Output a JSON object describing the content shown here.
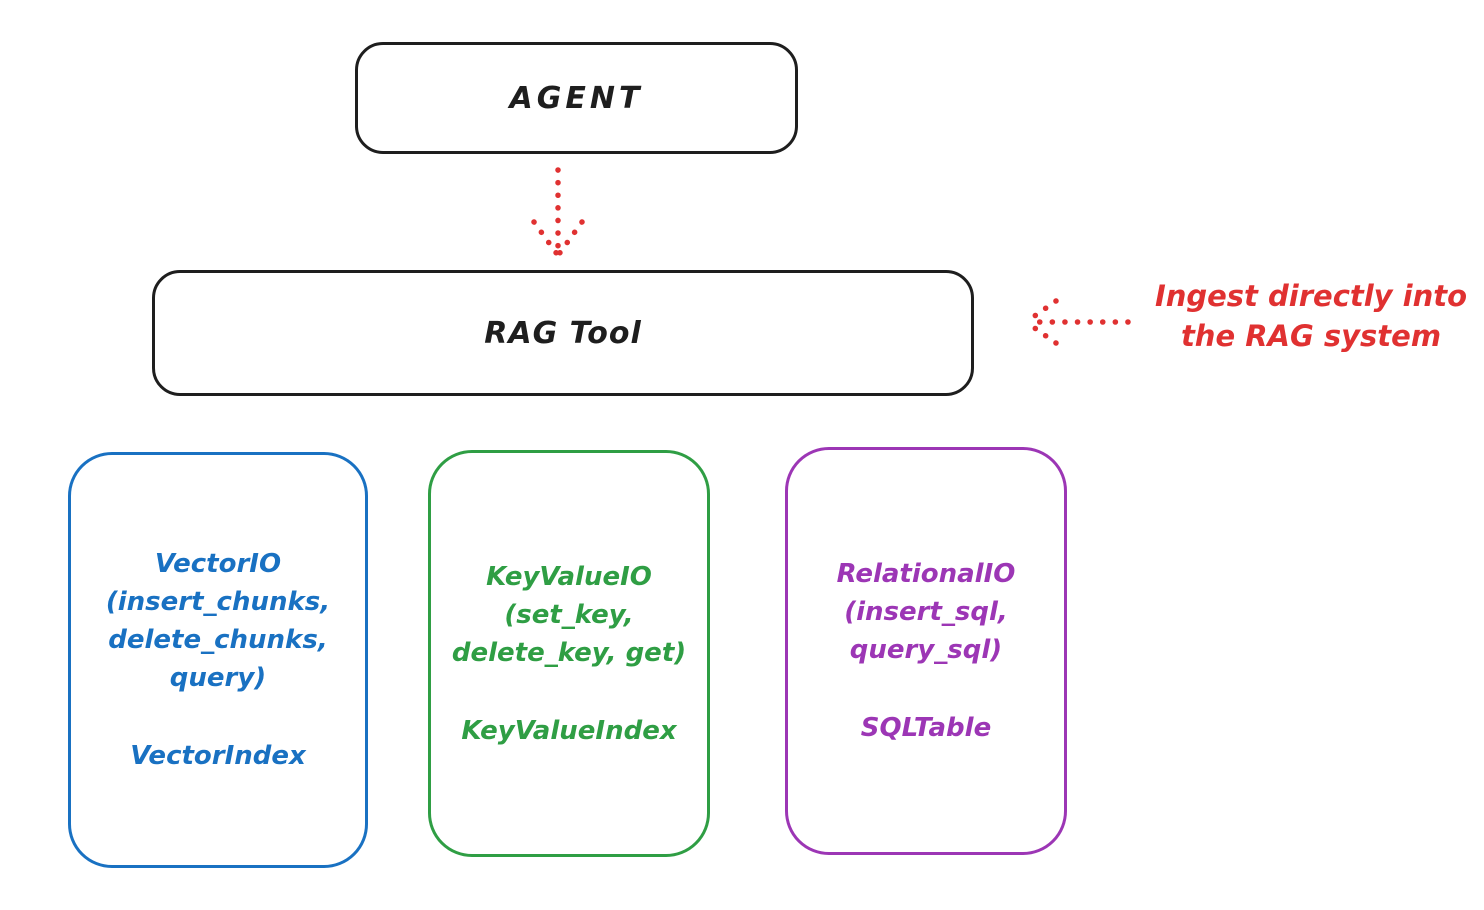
{
  "canvas": {
    "background": "#ffffff"
  },
  "colors": {
    "ink": "#1e1e1e",
    "red": "#e03131",
    "blue": "#1971c2",
    "green": "#2f9e44",
    "purple": "#9c36b5"
  },
  "nodes": {
    "agent": {
      "label": "AGENT"
    },
    "rag_tool": {
      "label": "RAG Tool"
    },
    "vector_io": {
      "lines": [
        "VectorIO",
        "(insert_chunks,",
        "delete_chunks,",
        "query)"
      ],
      "index_label": "VectorIndex",
      "color": "#1971c2"
    },
    "keyvalue_io": {
      "lines": [
        "KeyValueIO",
        "(set_key,",
        "delete_key, get)"
      ],
      "index_label": "KeyValueIndex",
      "color": "#2f9e44"
    },
    "relational_io": {
      "lines": [
        "RelationalIO",
        "(insert_sql,",
        "query_sql)"
      ],
      "index_label": "SQLTable",
      "color": "#9c36b5"
    }
  },
  "annotation": {
    "lines": [
      "Ingest directly into",
      "the RAG system"
    ],
    "color": "#e03131"
  },
  "arrows": {
    "agent_to_rag": {
      "style": "dotted",
      "direction": "down",
      "color": "#e03131"
    },
    "annotation_to_rag": {
      "style": "dotted",
      "direction": "left",
      "color": "#e03131"
    }
  }
}
